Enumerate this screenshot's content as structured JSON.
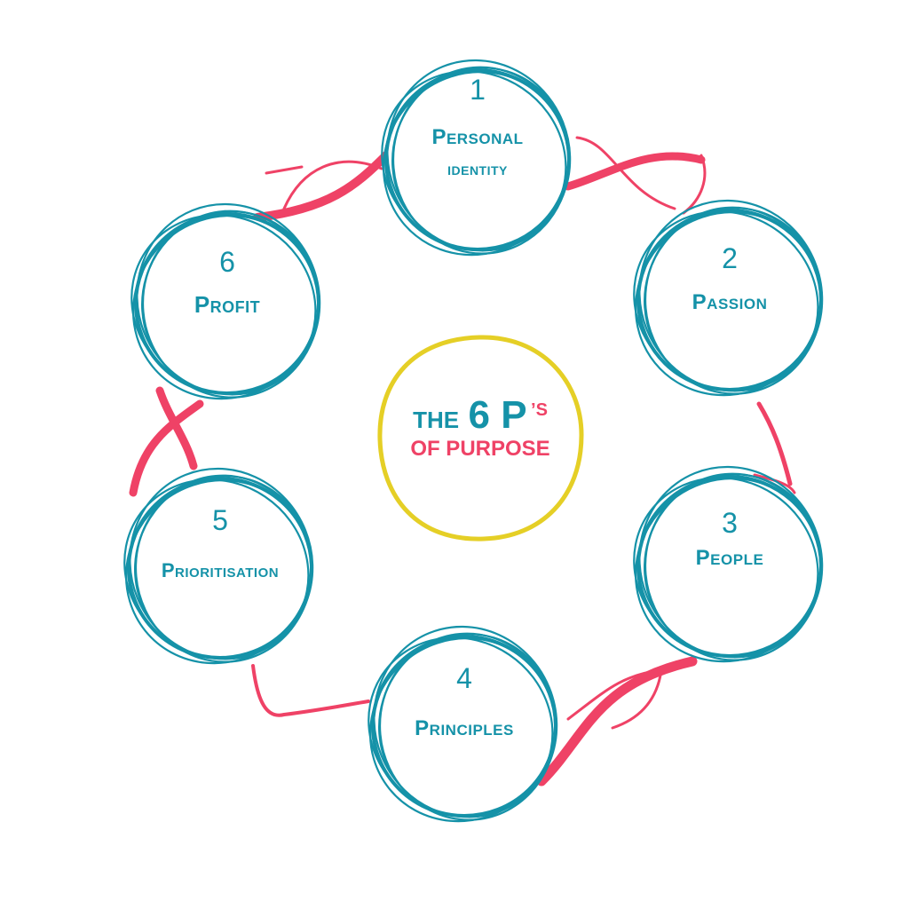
{
  "colors": {
    "circle": "#1592A8",
    "connector": "#EF4266",
    "center_ring": "#E5CF26",
    "title_teal": "#1592A8",
    "title_pink": "#EF4266"
  },
  "center": {
    "line1_word": "THE",
    "line1_big": "6 P",
    "line1_suffix": "’S",
    "line2": "OF PURPOSE"
  },
  "nodes": [
    {
      "number": "1",
      "lines": [
        "Personal",
        "identity"
      ]
    },
    {
      "number": "2",
      "lines": [
        "Passion"
      ]
    },
    {
      "number": "3",
      "lines": [
        "People"
      ]
    },
    {
      "number": "4",
      "lines": [
        "Principles"
      ]
    },
    {
      "number": "5",
      "lines": [
        "Prioritisation"
      ]
    },
    {
      "number": "6",
      "lines": [
        "Profit"
      ]
    }
  ]
}
